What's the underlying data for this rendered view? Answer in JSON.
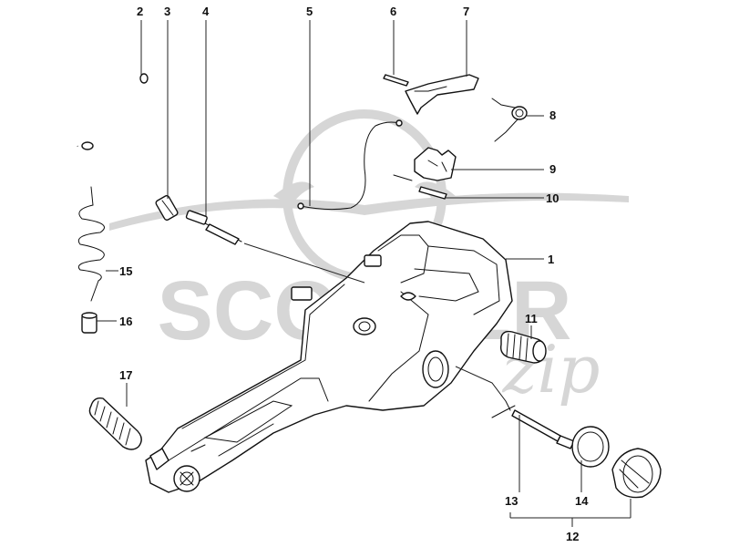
{
  "watermark": {
    "text": "SCOOTER",
    "script": "zip",
    "color": "#d6d6d6"
  },
  "callouts": [
    {
      "id": "c1",
      "label": "1"
    },
    {
      "id": "c2",
      "label": "2"
    },
    {
      "id": "c3",
      "label": "3"
    },
    {
      "id": "c4",
      "label": "4"
    },
    {
      "id": "c5",
      "label": "5"
    },
    {
      "id": "c6",
      "label": "6"
    },
    {
      "id": "c7",
      "label": "7"
    },
    {
      "id": "c8",
      "label": "8"
    },
    {
      "id": "c9",
      "label": "9"
    },
    {
      "id": "c10",
      "label": "10"
    },
    {
      "id": "c11",
      "label": "11"
    },
    {
      "id": "c12",
      "label": "12"
    },
    {
      "id": "c13",
      "label": "13"
    },
    {
      "id": "c14",
      "label": "14"
    },
    {
      "id": "c15",
      "label": "15"
    },
    {
      "id": "c16",
      "label": "16"
    },
    {
      "id": "c17",
      "label": "17"
    }
  ]
}
